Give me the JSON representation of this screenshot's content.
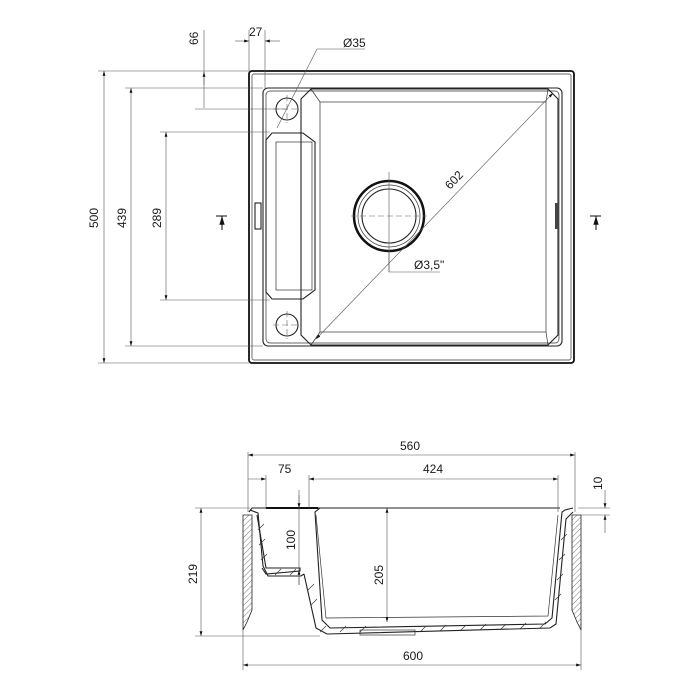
{
  "drawing": {
    "title": "Sink technical drawing",
    "colors": {
      "line": "#111111",
      "dimension": "#555555",
      "background": "#ffffff"
    },
    "top_view": {
      "dimensions": {
        "overall_depth": "500",
        "inner_depth": "439",
        "drainer_length": "289",
        "tap_hole_offset_y": "66",
        "tap_hole_offset_x": "27",
        "tap_hole_diameter": "Ø35",
        "diagonal": "602",
        "drain_diameter": "Ø3,5\""
      },
      "section_marker_left": "section-marker",
      "section_marker_right": "section-marker"
    },
    "section_view": {
      "dimensions": {
        "inner_width": "560",
        "drainer_width": "75",
        "bowl_width": "424",
        "rim_height": "10",
        "total_height": "219",
        "drainer_depth": "100",
        "bowl_depth": "205",
        "overall_width": "600"
      }
    }
  }
}
